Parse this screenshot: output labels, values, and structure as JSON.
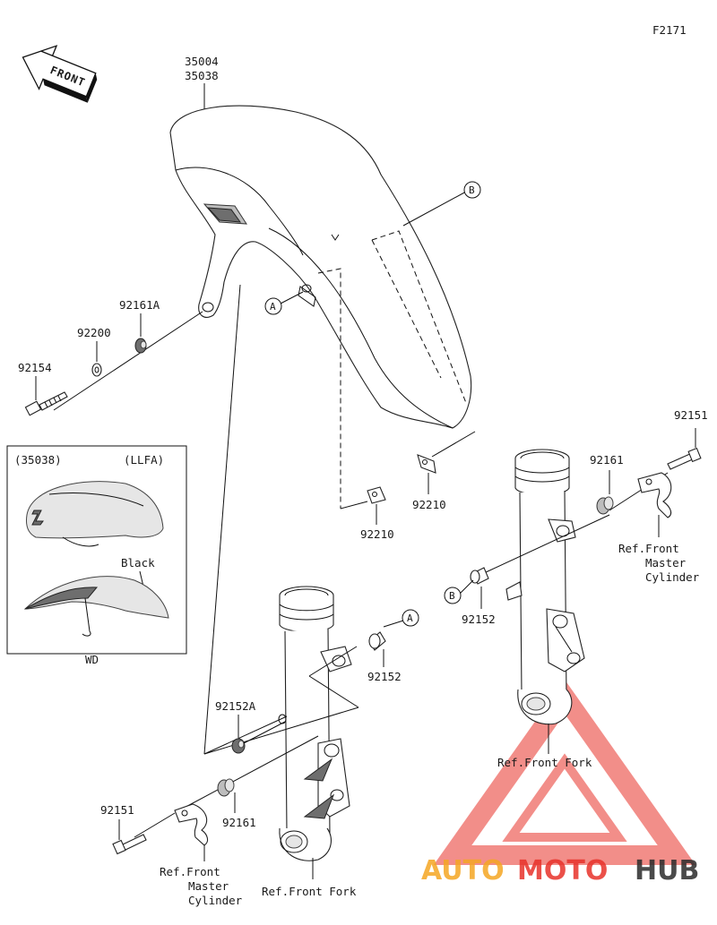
{
  "figure_code": "F2171",
  "front_label": "FRONT",
  "fender_parts": [
    "35004",
    "35038"
  ],
  "labels": {
    "p92161A": "92161A",
    "p92200": "92200",
    "p92154": "92154",
    "p92210_a": "92210",
    "p92210_b": "92210",
    "p92161_r": "92161",
    "p92151_r": "92151",
    "p92152_r": "92152",
    "p92152_l": "92152",
    "p92152A": "92152A",
    "p92161_l": "92161",
    "p92151_l": "92151"
  },
  "callouts": {
    "a": "A",
    "b": "B"
  },
  "references": {
    "master_cylinder_right": [
      "Ref.Front",
      "Master",
      "Cylinder"
    ],
    "fork_right": "Ref.Front Fork",
    "master_cylinder_left": [
      "Ref.Front",
      "Master",
      "Cylinder"
    ],
    "fork_left": "Ref.Front Fork"
  },
  "inset": {
    "left_label": "(35038)",
    "right_label": "(LLFA)",
    "black_label": "Black",
    "caption": "WD"
  },
  "watermark": {
    "auto": "AUTO",
    "moto": "MOTO",
    "hub": "HUB",
    "color_red": "#e8322a",
    "color_orange": "#f5a623",
    "color_dark": "#2b2b2b"
  }
}
